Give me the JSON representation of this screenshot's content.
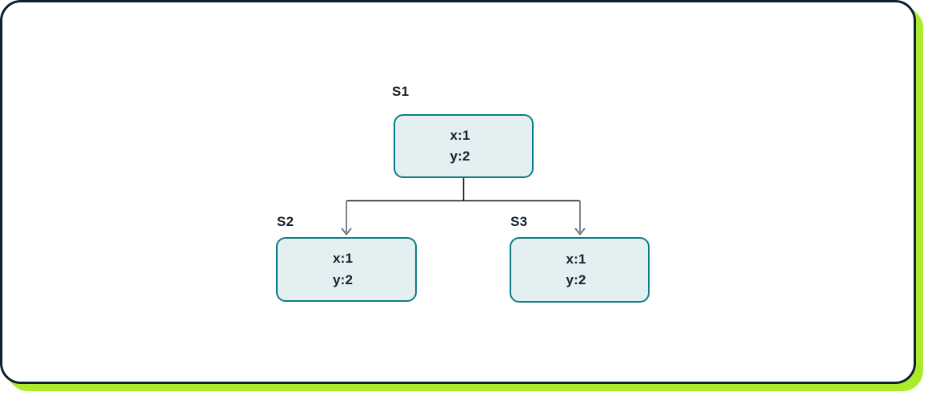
{
  "diagram": {
    "type": "tree",
    "title": "",
    "theme": {
      "card_background": "#ffffff",
      "card_border": "#0f1f2e",
      "card_accent_shadow": "#aceb2c",
      "node_fill": "#e3eff0",
      "node_border": "#0b7c87",
      "text_color": "#14202c",
      "edge_color": "#1b1b1b",
      "arrow_color": "#6b7680"
    },
    "nodes": [
      {
        "id": "s1",
        "label": "S1",
        "lines": [
          "x:1",
          "y:2"
        ],
        "line1": "x:1",
        "line2": "y:2"
      },
      {
        "id": "s2",
        "label": "S2",
        "lines": [
          "x:1",
          "y:2"
        ],
        "line1": "x:1",
        "line2": "y:2"
      },
      {
        "id": "s3",
        "label": "S3",
        "lines": [
          "x:1",
          "y:2"
        ],
        "line1": "x:1",
        "line2": "y:2"
      }
    ],
    "edges": [
      {
        "from": "s1",
        "to": "s2",
        "style": "orthogonal",
        "arrowhead": "open-v"
      },
      {
        "from": "s1",
        "to": "s3",
        "style": "orthogonal",
        "arrowhead": "open-v"
      }
    ]
  }
}
